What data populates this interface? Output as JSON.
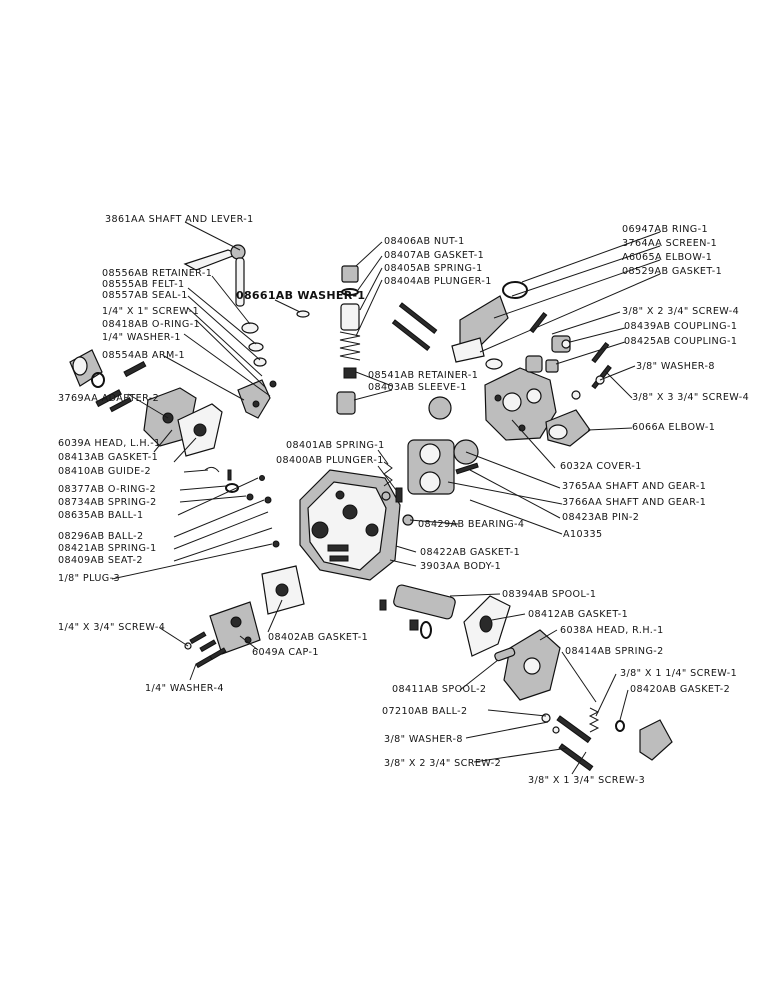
{
  "diagram": {
    "labels": [
      {
        "text": "3861AA SHAFT AND LEVER-1"
      },
      {
        "text": "08406AB NUT-1"
      },
      {
        "text": "08407AB GASKET-1"
      },
      {
        "text": "08405AB SPRING-1"
      },
      {
        "text": "08404AB PLUNGER-1"
      },
      {
        "text": "08661AB WASHER-1"
      },
      {
        "text": "08556AB RETAINER-1"
      },
      {
        "text": "08555AB FELT-1"
      },
      {
        "text": "08557AB SEAL-1"
      },
      {
        "text": "1/4\" X 1\" SCREW-1"
      },
      {
        "text": "08418AB O-RING-1"
      },
      {
        "text": "1/4\" WASHER-1"
      },
      {
        "text": "08554AB ARM-1"
      },
      {
        "text": "3769AA ADAPTER-2"
      },
      {
        "text": "6039A HEAD, L.H.-1"
      },
      {
        "text": "08413AB GASKET-1"
      },
      {
        "text": "08410AB GUIDE-2"
      },
      {
        "text": "08377AB O-RING-2"
      },
      {
        "text": "08734AB SPRING-2"
      },
      {
        "text": "08635AB BALL-1"
      },
      {
        "text": "08296AB BALL-2"
      },
      {
        "text": "08421AB SPRING-1"
      },
      {
        "text": "08409AB SEAT-2"
      },
      {
        "text": "1/8\" PLUG-3"
      },
      {
        "text": "1/4\" X 3/4\" SCREW-4"
      },
      {
        "text": "1/4\" WASHER-4"
      },
      {
        "text": "6049A CAP-1"
      },
      {
        "text": "08402AB GASKET-1"
      },
      {
        "text": "08541AB RETAINER-1"
      },
      {
        "text": "08403AB SLEEVE-1"
      },
      {
        "text": "08401AB SPRING-1"
      },
      {
        "text": "08400AB PLUNGER-1"
      },
      {
        "text": "06947AB RING-1"
      },
      {
        "text": "3764AA SCREEN-1"
      },
      {
        "text": "A6065A ELBOW-1"
      },
      {
        "text": "08529AB GASKET-1"
      },
      {
        "text": "3/8\" X 2 3/4\" SCREW-4"
      },
      {
        "text": "08439AB COUPLING-1"
      },
      {
        "text": "08425AB COUPLING-1"
      },
      {
        "text": "3/8\" WASHER-8"
      },
      {
        "text": "3/8\" X 3 3/4\" SCREW-4"
      },
      {
        "text": "6066A ELBOW-1"
      },
      {
        "text": "6032A COVER-1"
      },
      {
        "text": "3765AA SHAFT AND GEAR-1"
      },
      {
        "text": "3766AA SHAFT AND GEAR-1"
      },
      {
        "text": "08423AB PIN-2"
      },
      {
        "text": "08429AB BEARING-4"
      },
      {
        "text": "A10335"
      },
      {
        "text": "08422AB GASKET-1"
      },
      {
        "text": "3903AA BODY-1"
      },
      {
        "text": "08394AB SPOOL-1"
      },
      {
        "text": "08412AB GASKET-1"
      },
      {
        "text": "6038A HEAD, R.H.-1"
      },
      {
        "text": "08414AB SPRING-2"
      },
      {
        "text": "3/8\" X 1 1/4\" SCREW-1"
      },
      {
        "text": "08420AB GASKET-2"
      },
      {
        "text": "08411AB SPOOL-2"
      },
      {
        "text": "07210AB BALL-2"
      },
      {
        "text": "3/8\" WASHER-8"
      },
      {
        "text": "3/8\" X 2 3/4\" SCREW-2"
      },
      {
        "text": "3/8\" X 1 3/4\" SCREW-3"
      }
    ]
  }
}
